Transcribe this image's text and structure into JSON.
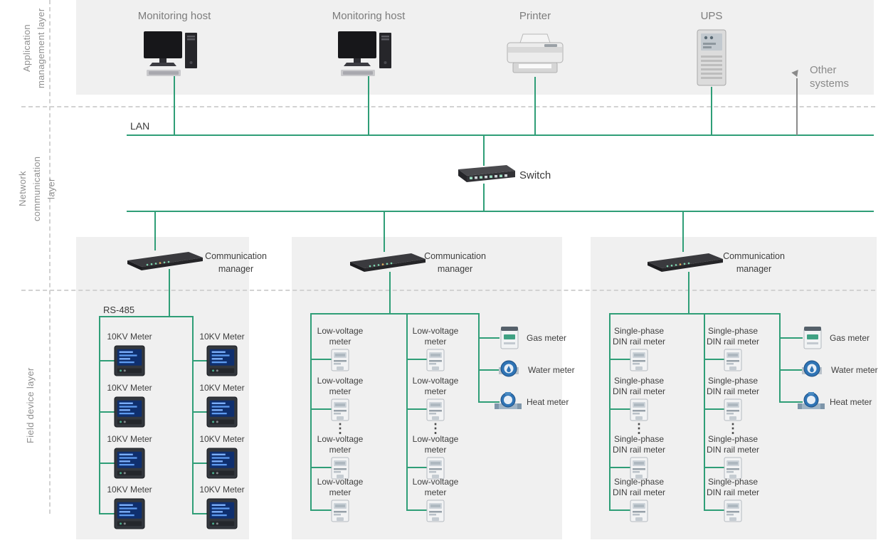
{
  "colors": {
    "line_green": "#2f9e77",
    "panel_gray": "#f0f0f0",
    "dashed_gray": "#d2d2d2",
    "arrow_gray": "#8a8a8a"
  },
  "layers": {
    "application": "Application management layer",
    "network": "Network communication layer",
    "field": "Field device layer"
  },
  "application_layer": {
    "devices": [
      {
        "icon": "monitoring-host",
        "label": "Monitoring host"
      },
      {
        "icon": "monitoring-host",
        "label": "Monitoring host"
      },
      {
        "icon": "printer",
        "label": "Printer"
      },
      {
        "icon": "ups",
        "label": "UPS"
      }
    ],
    "other_systems_label": "Other systems"
  },
  "network_layer": {
    "lan_label": "LAN",
    "switch_label": "Switch"
  },
  "field_layer": {
    "rs485_label": "RS-485",
    "ellipsis_glyph": "⋮",
    "panels": [
      {
        "manager_label": "Communication manager",
        "columns": [
          {
            "meters": [
              "10KV Meter",
              "10KV Meter",
              "10KV Meter",
              "10KV Meter"
            ]
          },
          {
            "meters": [
              "10KV Meter",
              "10KV Meter",
              "10KV Meter",
              "10KV Meter"
            ]
          }
        ],
        "utilities": []
      },
      {
        "manager_label": "Communication manager",
        "columns": [
          {
            "meters": [
              "Low-voltage meter",
              "Low-voltage meter",
              "Low-voltage meter",
              "Low-voltage meter"
            ]
          },
          {
            "meters": [
              "Low-voltage meter",
              "Low-voltage meter",
              "Low-voltage meter",
              "Low-voltage meter"
            ]
          }
        ],
        "utilities": [
          {
            "icon": "gas-meter",
            "label": "Gas meter"
          },
          {
            "icon": "water-meter",
            "label": "Water meter"
          },
          {
            "icon": "heat-meter",
            "label": "Heat meter"
          }
        ]
      },
      {
        "manager_label": "Communication manager",
        "columns": [
          {
            "meters": [
              "Single-phase DIN rail meter",
              "Single-phase DIN rail meter",
              "Single-phase DIN rail meter",
              "Single-phase DIN rail meter"
            ]
          },
          {
            "meters": [
              "Single-phase DIN rail meter",
              "Single-phase DIN rail meter",
              "Single-phase DIN rail meter",
              "Single-phase DIN rail meter"
            ]
          }
        ],
        "utilities": [
          {
            "icon": "gas-meter",
            "label": "Gas meter"
          },
          {
            "icon": "water-meter",
            "label": "Water meter"
          },
          {
            "icon": "heat-meter",
            "label": "Heat meter"
          }
        ]
      }
    ]
  }
}
